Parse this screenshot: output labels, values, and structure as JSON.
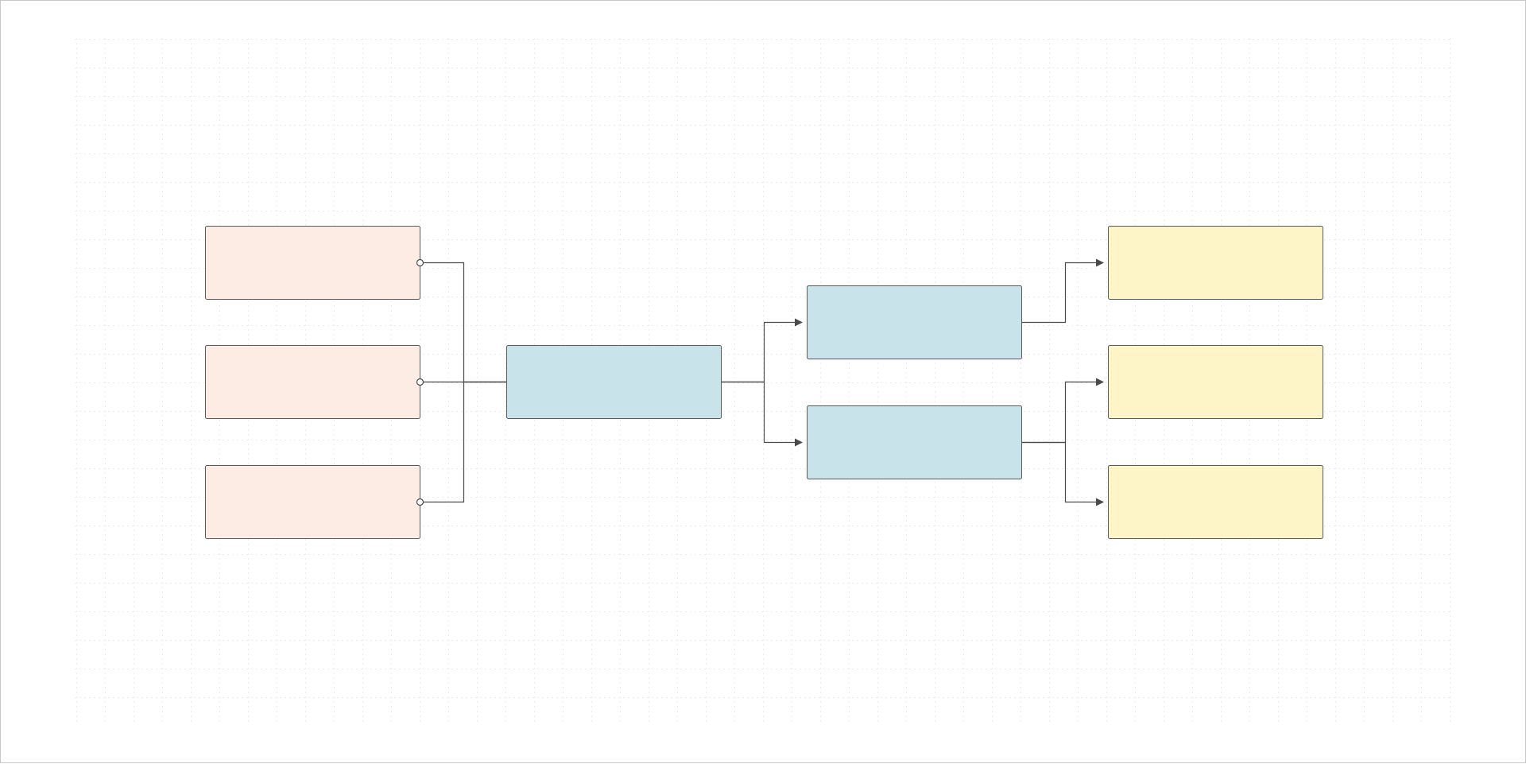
{
  "canvas": {
    "background": "#ffffff",
    "frame_border": "#c8c8c8",
    "grid_dots": "on",
    "grid_color": "#c9c9c9"
  },
  "theme": {
    "line_color": "#4a4a4a",
    "connector_circle_fill": "#ffffff"
  },
  "nodes": [
    {
      "id": "input-1",
      "group": "inputs",
      "label": "",
      "fill": "#fdece4",
      "stroke": "#5a5a5a"
    },
    {
      "id": "input-2",
      "group": "inputs",
      "label": "",
      "fill": "#fdece4",
      "stroke": "#5a5a5a"
    },
    {
      "id": "input-3",
      "group": "inputs",
      "label": "",
      "fill": "#fdece4",
      "stroke": "#5a5a5a"
    },
    {
      "id": "hub",
      "group": "process",
      "label": "",
      "fill": "#c9e3ea",
      "stroke": "#5a5a5a"
    },
    {
      "id": "branch-1",
      "group": "process",
      "label": "",
      "fill": "#c9e3ea",
      "stroke": "#5a5a5a"
    },
    {
      "id": "branch-2",
      "group": "process",
      "label": "",
      "fill": "#c9e3ea",
      "stroke": "#5a5a5a"
    },
    {
      "id": "output-1",
      "group": "outputs",
      "label": "",
      "fill": "#fdf5c8",
      "stroke": "#5a5a5a"
    },
    {
      "id": "output-2",
      "group": "outputs",
      "label": "",
      "fill": "#fdf5c8",
      "stroke": "#5a5a5a"
    },
    {
      "id": "output-3",
      "group": "outputs",
      "label": "",
      "fill": "#fdf5c8",
      "stroke": "#5a5a5a"
    }
  ],
  "edges": [
    {
      "from": "input-1",
      "to": "hub",
      "start": "circle",
      "end": "none"
    },
    {
      "from": "input-2",
      "to": "hub",
      "start": "circle",
      "end": "none"
    },
    {
      "from": "input-3",
      "to": "hub",
      "start": "circle",
      "end": "none"
    },
    {
      "from": "hub",
      "to": "branch-1",
      "start": "none",
      "end": "arrow"
    },
    {
      "from": "hub",
      "to": "branch-2",
      "start": "none",
      "end": "arrow"
    },
    {
      "from": "branch-1",
      "to": "output-1",
      "start": "none",
      "end": "arrow"
    },
    {
      "from": "branch-2",
      "to": "output-2",
      "start": "none",
      "end": "arrow"
    },
    {
      "from": "branch-2",
      "to": "output-3",
      "start": "none",
      "end": "arrow"
    }
  ]
}
